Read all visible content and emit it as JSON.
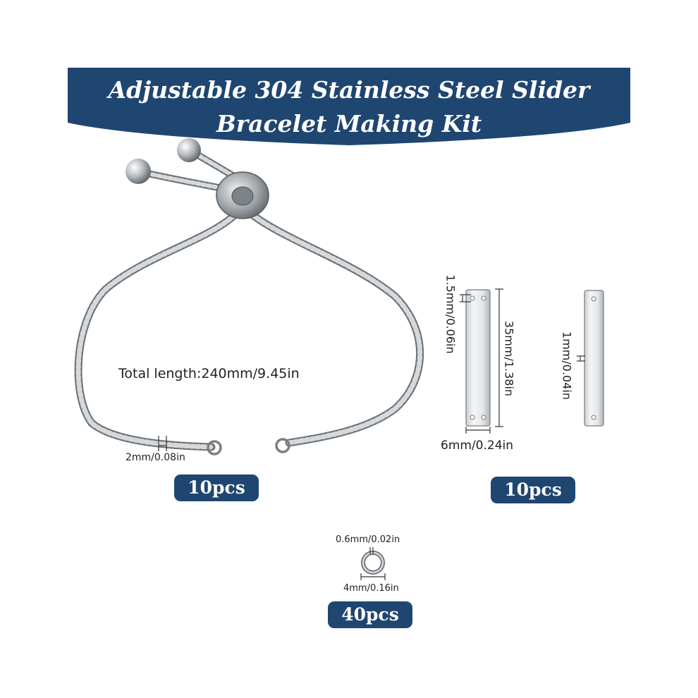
{
  "banner": {
    "title_line1": "Adjustable 304 Stainless Steel Slider",
    "title_line2": "Bracelet Making Kit",
    "color": "#1f4670"
  },
  "bracelet": {
    "total_length": "Total length:240mm/9.45in",
    "chain_width": "2mm/0.08in",
    "quantity": "10pcs"
  },
  "bar": {
    "hole_size": "1.5mm/0.06in",
    "length": "35mm/1.38in",
    "width": "6mm/0.24in",
    "thickness": "1mm/0.04in",
    "quantity": "10pcs"
  },
  "jump_ring": {
    "wire": "0.6mm/0.02in",
    "diameter": "4mm/0.16in",
    "quantity": "40pcs"
  }
}
